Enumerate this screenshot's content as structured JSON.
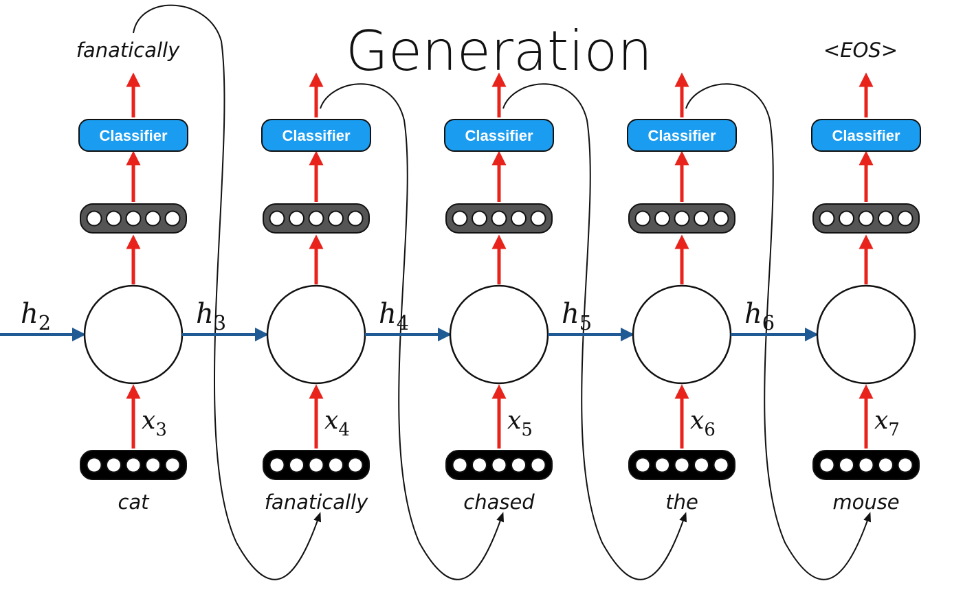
{
  "title": "Generation",
  "initial_hidden": {
    "var": "h",
    "sub": "2"
  },
  "classifier_label": "Classifier",
  "colors": {
    "red_arrow": "#e8231c",
    "blue_arrow": "#1f5a94",
    "classifier_fill": "#1a9cf0",
    "hidden_vector_fill": "#555555",
    "input_vector_fill": "#000000"
  },
  "steps": [
    {
      "input_word": "cat",
      "x_var": "x",
      "x_sub": "3",
      "output_word": "fanatically",
      "out_hidden": {
        "var": "h",
        "sub": "3"
      },
      "feeds_next": true
    },
    {
      "input_word": "fanatically",
      "x_var": "x",
      "x_sub": "4",
      "output_word": "",
      "out_hidden": {
        "var": "h",
        "sub": "4"
      },
      "feeds_next": true
    },
    {
      "input_word": "chased",
      "x_var": "x",
      "x_sub": "5",
      "output_word": "",
      "out_hidden": {
        "var": "h",
        "sub": "5"
      },
      "feeds_next": true
    },
    {
      "input_word": "the",
      "x_var": "x",
      "x_sub": "6",
      "output_word": "",
      "out_hidden": {
        "var": "h",
        "sub": "6"
      },
      "feeds_next": true
    },
    {
      "input_word": "mouse",
      "x_var": "x",
      "x_sub": "7",
      "output_word": "<EOS>",
      "out_hidden": null,
      "feeds_next": false
    }
  ]
}
